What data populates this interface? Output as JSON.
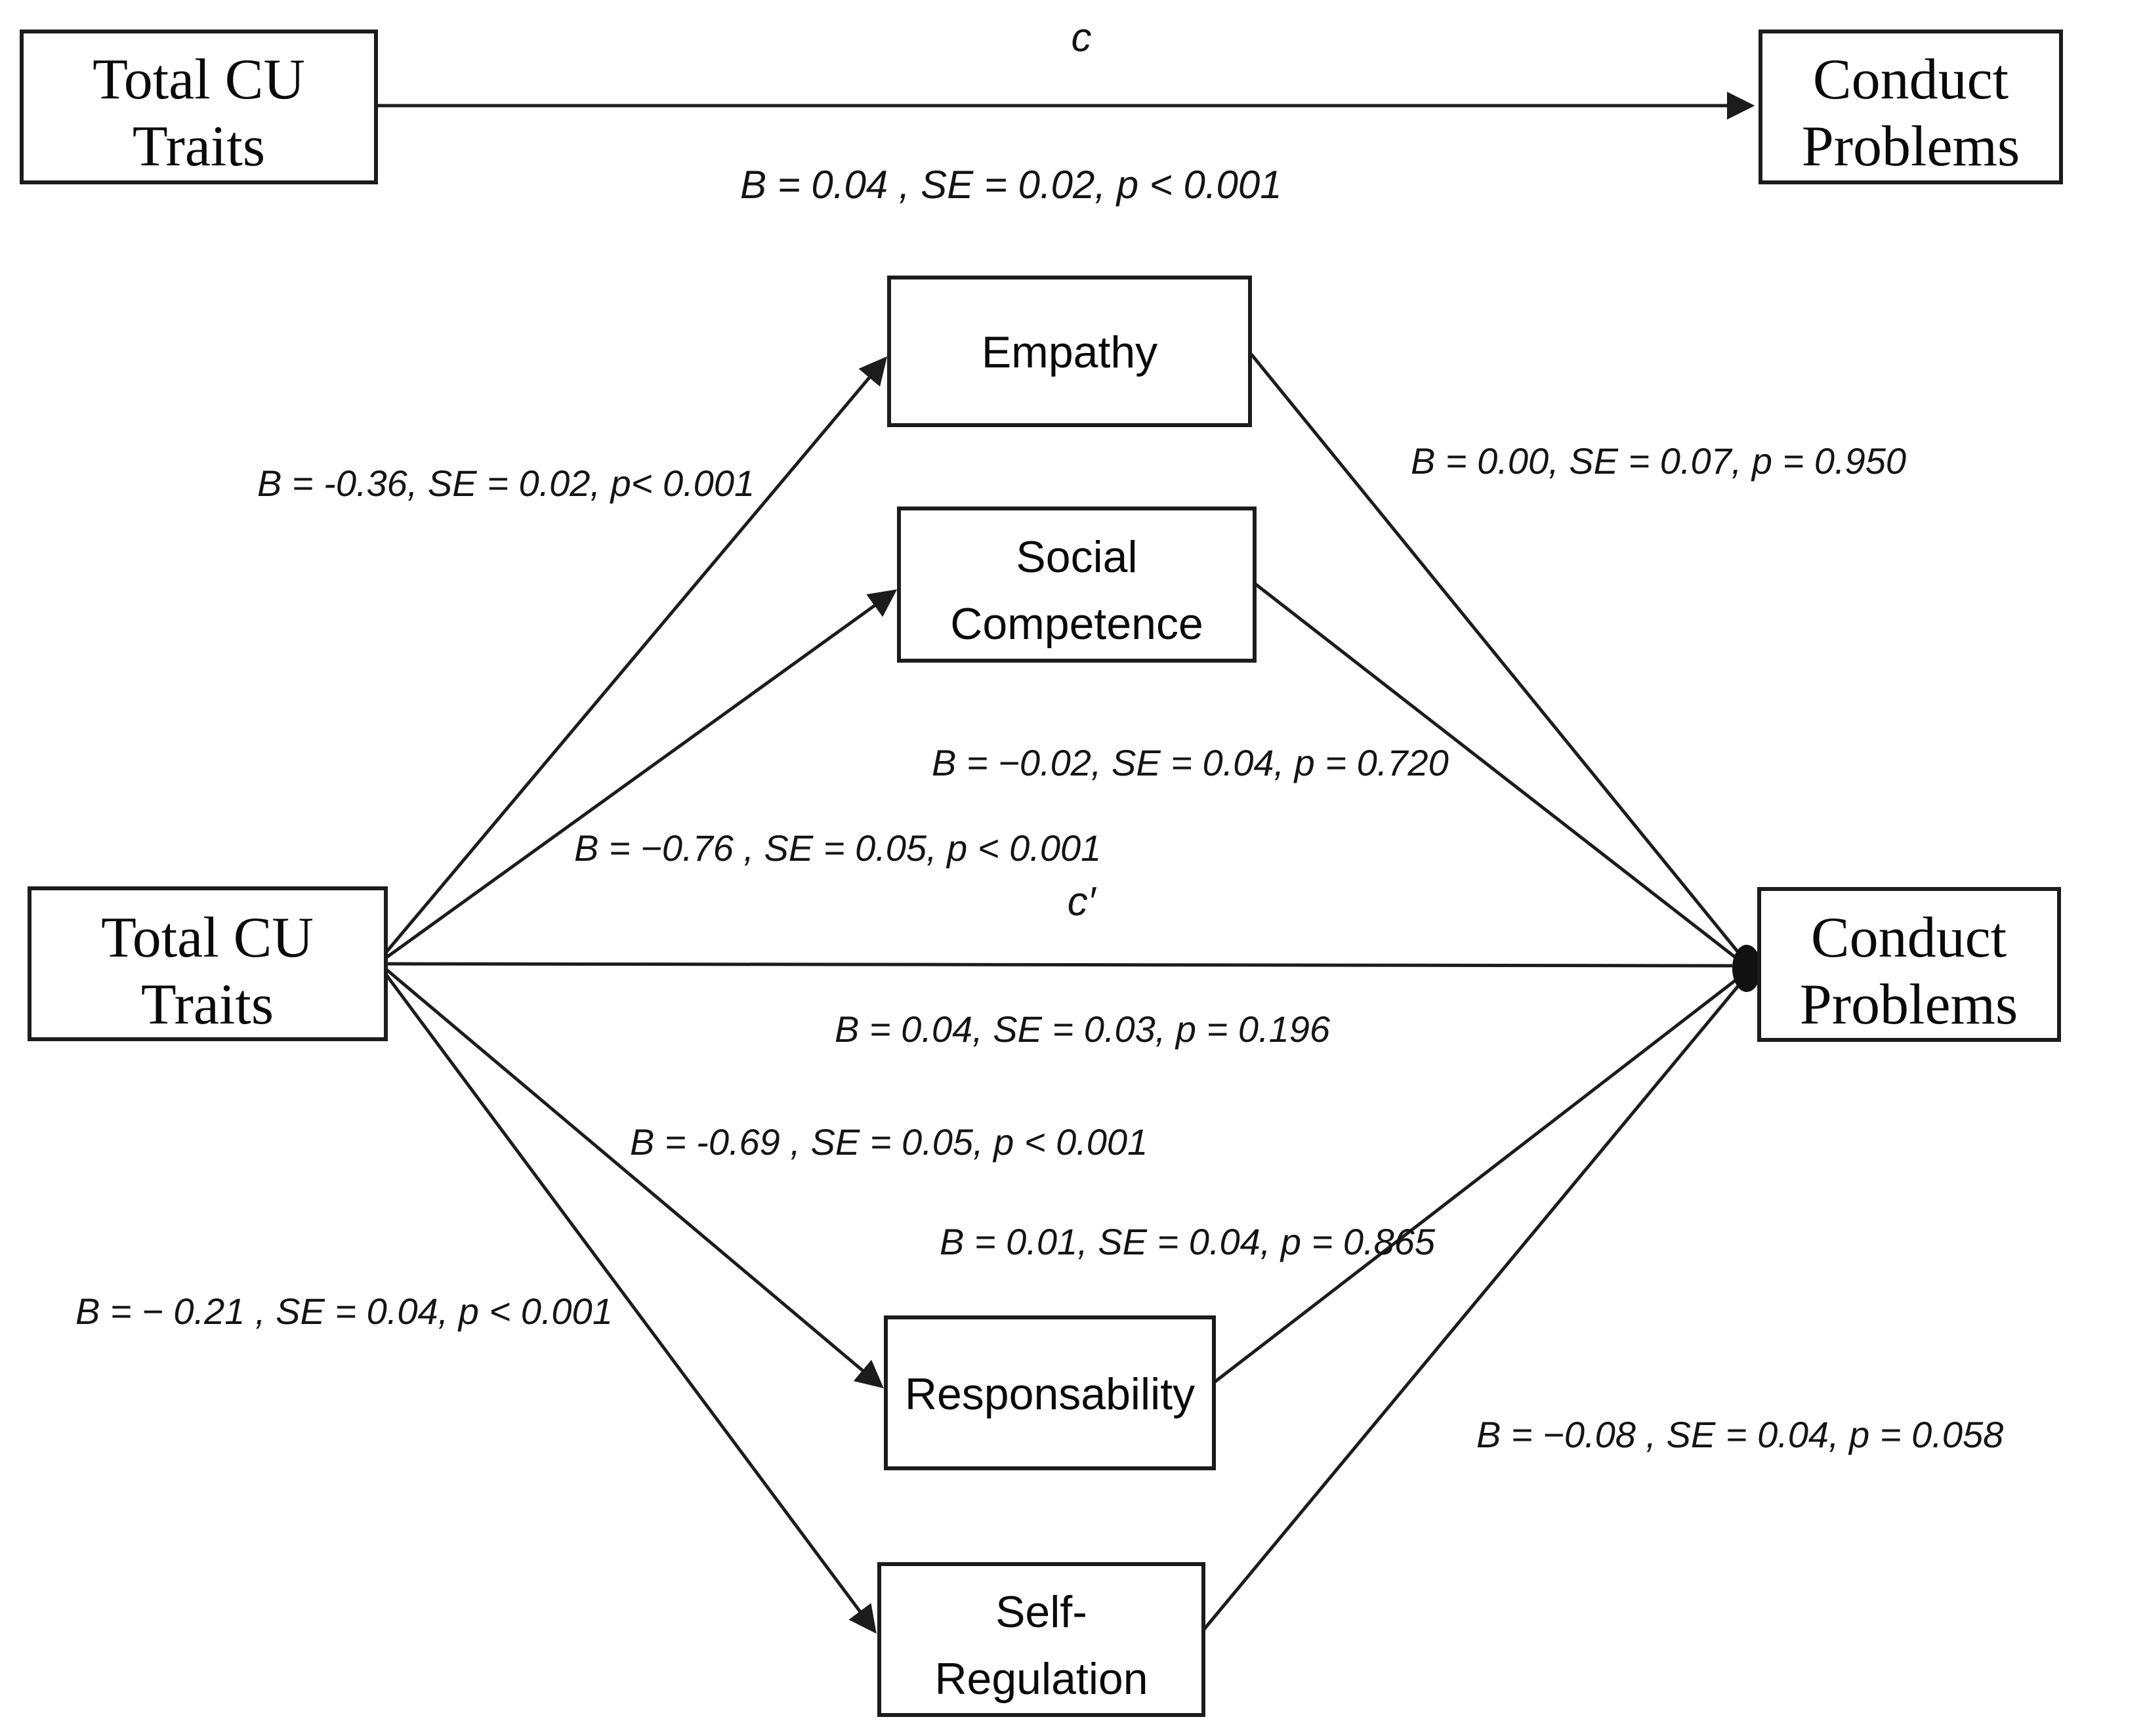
{
  "diagram": {
    "background": "#ffffff",
    "line_color": "#1c1c1c",
    "text_color": "#0a0a0a",
    "top_model": {
      "predictor": {
        "line1": "Total CU",
        "line2": "Traits"
      },
      "outcome": {
        "line1": "Conduct",
        "line2": "Problems"
      },
      "path_label": "c",
      "path_stats": "B = 0.04 , SE = 0.02, p < 0.001"
    },
    "mediation_model": {
      "predictor": {
        "line1": "Total CU",
        "line2": "Traits"
      },
      "outcome": {
        "line1": "Conduct",
        "line2": "Problems"
      },
      "direct_path": {
        "label": "c′",
        "stats": "B = 0.04, SE = 0.03, p = 0.196"
      },
      "mediators": {
        "empathy": {
          "label": "Empathy",
          "a_stats": "B = -0.36, SE = 0.02, p< 0.001",
          "b_stats": "B = 0.00, SE = 0.07, p = 0.950"
        },
        "social_competence": {
          "line1": "Social",
          "line2": "Competence",
          "a_stats": "B = −0.76 , SE = 0.05, p < 0.001",
          "b_stats": "B = −0.02, SE = 0.04, p = 0.720"
        },
        "responsability": {
          "label": "Responsability",
          "a_stats": "B = -0.69 , SE = 0.05, p < 0.001",
          "b_stats": "B = 0.01, SE = 0.04, p = 0.865"
        },
        "self_regulation": {
          "line1": "Self-",
          "line2": "Regulation",
          "a_stats": "B = − 0.21 , SE = 0.04, p < 0.001",
          "b_stats": "B = −0.08 , SE = 0.04, p = 0.058"
        }
      }
    }
  }
}
